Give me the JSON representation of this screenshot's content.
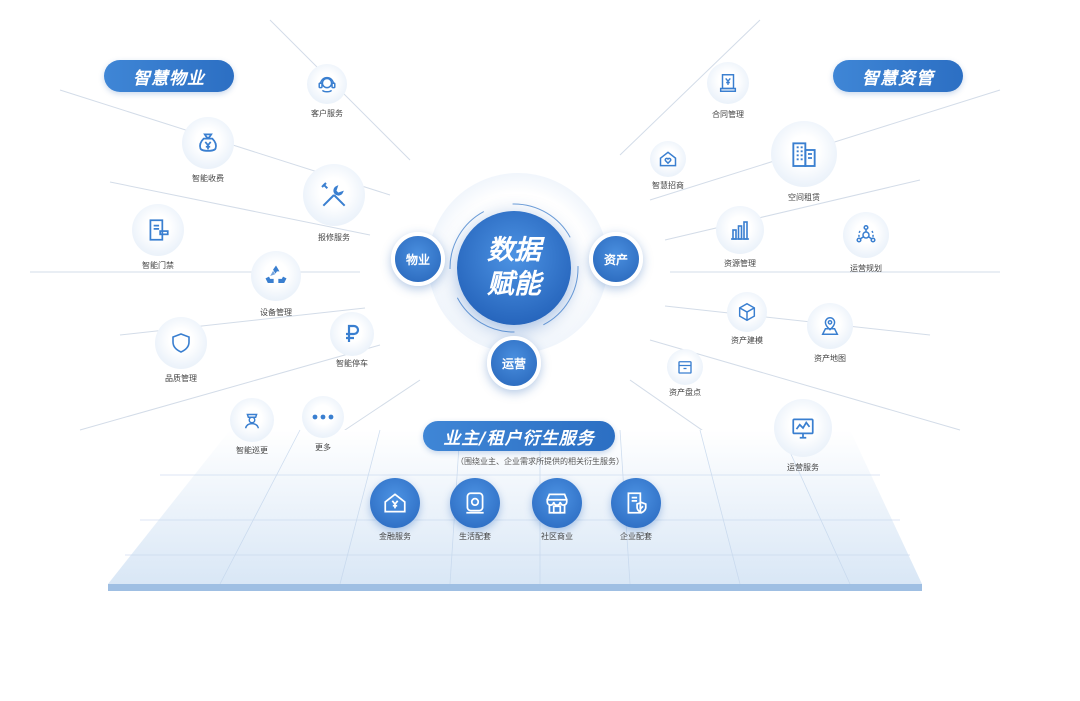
{
  "sections": {
    "property": "智慧物业",
    "asset": "智慧资管",
    "owner": "业主/租户衍生服务",
    "owner_sub": "（围绕业主、企业需求所提供的相关衍生服务）"
  },
  "hub": {
    "line1": "数据",
    "line2": "赋能"
  },
  "satellites": {
    "property": "物业",
    "asset": "资产",
    "ops": "运营"
  },
  "left_nodes": [
    {
      "label": "客户服务",
      "icon": "headset-icon"
    },
    {
      "label": "智能收费",
      "icon": "money-bag-icon"
    },
    {
      "label": "报修服务",
      "icon": "tools-icon"
    },
    {
      "label": "智能门禁",
      "icon": "door-card-icon"
    },
    {
      "label": "设备管理",
      "icon": "recycle-icon"
    },
    {
      "label": "品质管理",
      "icon": "shield-icon"
    },
    {
      "label": "智能停车",
      "icon": "parking-icon"
    },
    {
      "label": "智能巡更",
      "icon": "guard-icon"
    },
    {
      "label": "更多",
      "icon": "more-icon"
    }
  ],
  "right_nodes": [
    {
      "label": "合同管理",
      "icon": "contract-icon"
    },
    {
      "label": "智慧招商",
      "icon": "house-heart-icon"
    },
    {
      "label": "空间租赁",
      "icon": "building-icon"
    },
    {
      "label": "资源管理",
      "icon": "bar-chart-icon"
    },
    {
      "label": "运营规划",
      "icon": "network-icon"
    },
    {
      "label": "资产建模",
      "icon": "cube-icon"
    },
    {
      "label": "资产地图",
      "icon": "map-pin-icon"
    },
    {
      "label": "资产盘点",
      "icon": "box-icon"
    },
    {
      "label": "运营服务",
      "icon": "monitor-icon"
    }
  ],
  "services": [
    {
      "label": "金融服务",
      "icon": "finance-house-icon"
    },
    {
      "label": "生活配套",
      "icon": "life-icon"
    },
    {
      "label": "社区商业",
      "icon": "shop-icon"
    },
    {
      "label": "企业配套",
      "icon": "enterprise-icon"
    }
  ],
  "colors": {
    "primary": "#2c6fc3",
    "icon": "#3a7fd0",
    "bubble": "#e8f0fa"
  }
}
